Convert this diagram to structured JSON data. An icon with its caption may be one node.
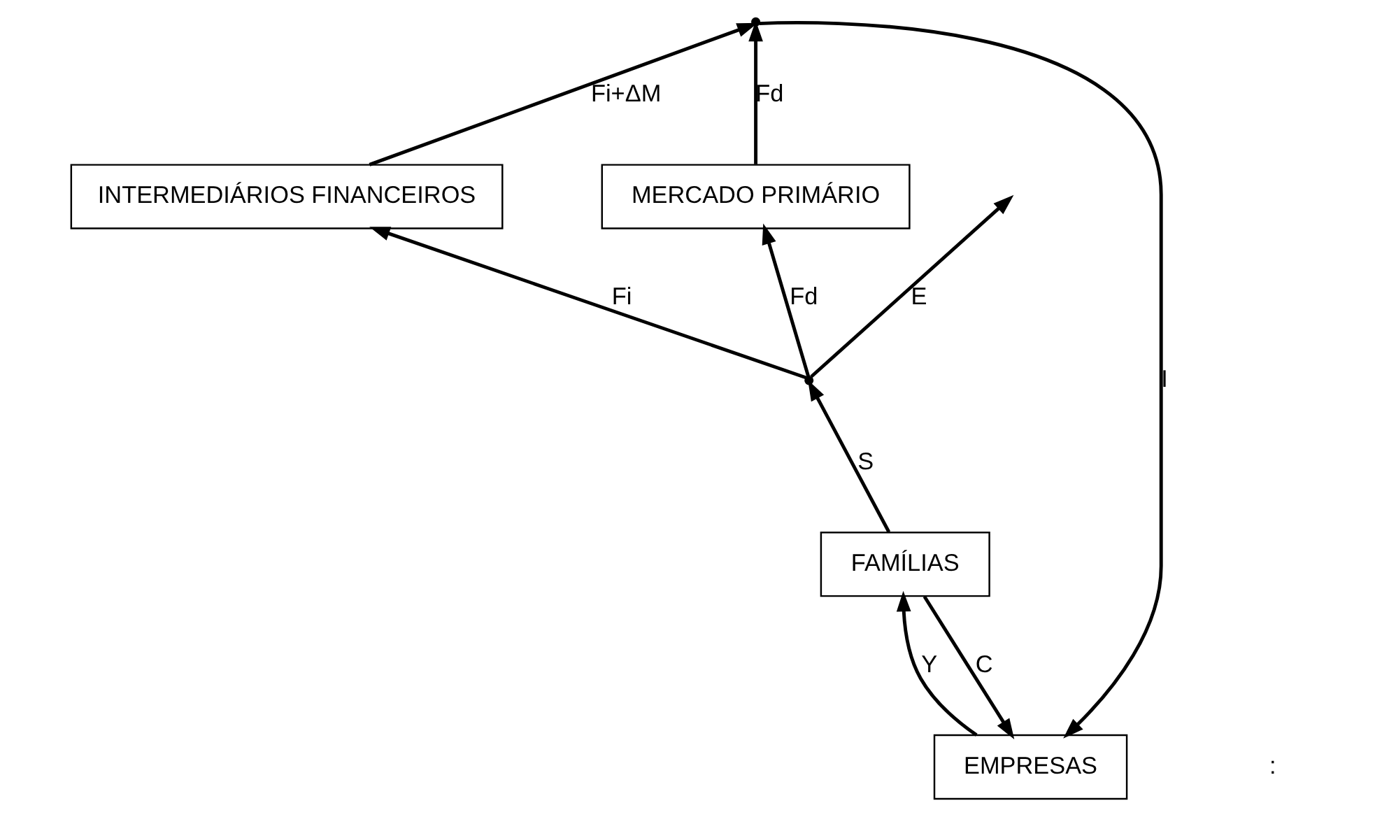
{
  "diagram": {
    "nodes": [
      {
        "text": [
          "EMPRESAS"
        ]
      },
      {
        "text": [
          "INTERMEDIÁRIOS FINANCEIROS"
        ]
      },
      {
        "text": [
          "MERCADO PRIMÁRIO"
        ]
      },
      {
        "text": [
          "FAMÍLIAS"
        ]
      },
      {
        "text": [],
        "shape": "point"
      },
      {
        "text": [],
        "shape": "point"
      }
    ],
    "edges": [
      {
        "from": 4,
        "to": 0,
        "arrow": "to",
        "label": "I"
      },
      {
        "from": 1,
        "to": 4,
        "arrow": "to",
        "label": "Fi+ΔM"
      },
      {
        "from": 2,
        "to": 4,
        "arrow": "to",
        "label": "Fd"
      },
      {
        "from": 5,
        "to": 1,
        "arrow": "to",
        "label": "Fi"
      },
      {
        "from": 5,
        "to": 2,
        "arrow": "to",
        "label": "Fd"
      },
      {
        "from": 3,
        "to": 5,
        "arrow": "to",
        "label": "S"
      },
      {
        "from": 3,
        "to": 0,
        "arrow": "to",
        "label": "C"
      },
      {
        "from": 0,
        "to": 3,
        "arrow": "to",
        "label": "Y"
      },
      {
        "from": 5,
        "to": null,
        "arrow": "to",
        "label": "E"
      }
    ],
    "labels": [
      ":"
    ]
  }
}
